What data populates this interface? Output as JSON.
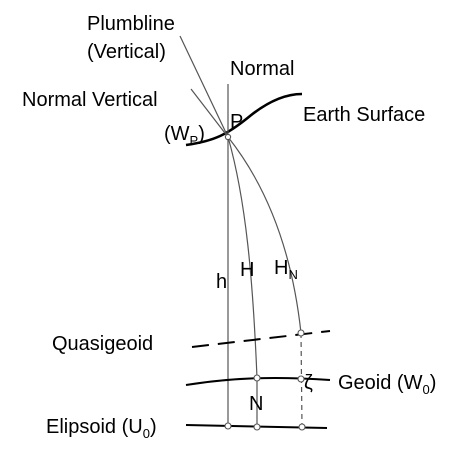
{
  "labels": {
    "plumbline": "Plumbline",
    "vertical": "(Vertical)",
    "normal": "Normal",
    "normal_vertical": "Normal Vertical",
    "point": "P",
    "wp_open": "(W",
    "wp_sub": "P",
    "wp_close": ")",
    "earth_surface": "Earth Surface",
    "h": "h",
    "H": "H",
    "HN_main": "H",
    "HN_sub": "N",
    "quasigeoid": "Quasigeoid",
    "zeta": "ζ",
    "geoid_main": "Geoid (W",
    "geoid_sub": "0",
    "geoid_close": ")",
    "N": "N",
    "ellipsoid_main": "Elipsoid (U",
    "ellipsoid_sub": "0",
    "ellipsoid_close": ")"
  },
  "colors": {
    "line": "#000000",
    "guide": "#555555",
    "background": "#ffffff"
  }
}
